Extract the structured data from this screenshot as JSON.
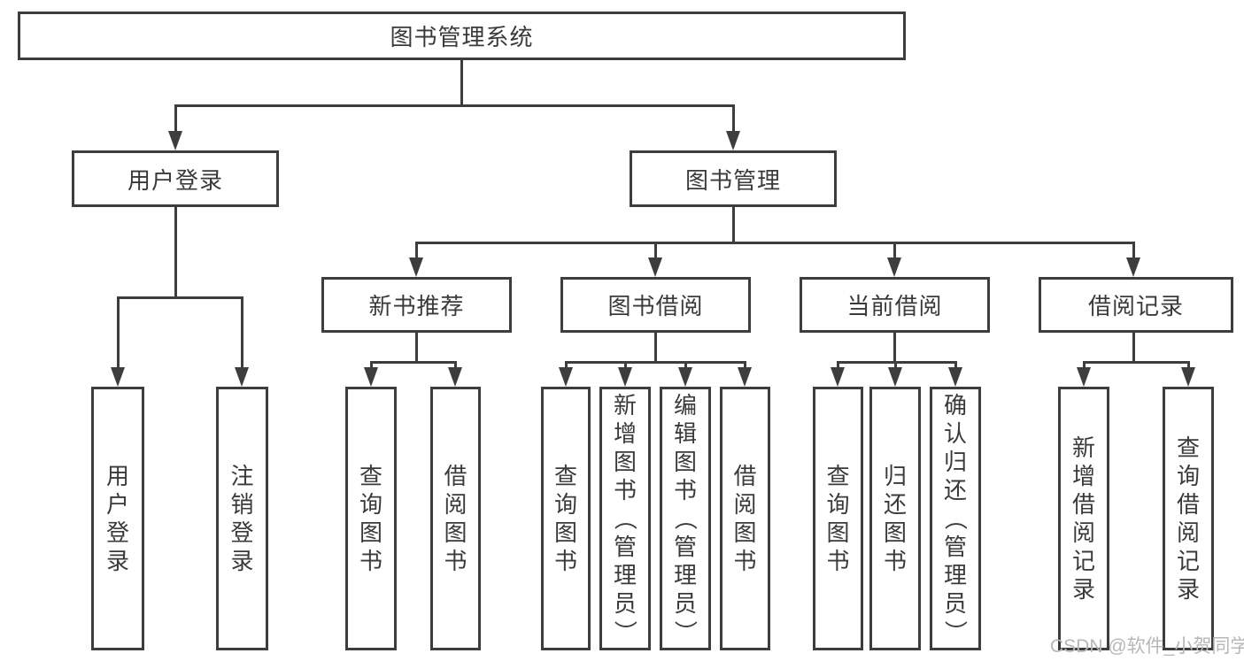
{
  "diagram": {
    "title": "图书管理系统",
    "root": {
      "label": "图书管理系统"
    },
    "level2": [
      {
        "label": "用户登录"
      },
      {
        "label": "图书管理"
      }
    ],
    "level3": [
      {
        "label": "新书推荐"
      },
      {
        "label": "图书借阅"
      },
      {
        "label": "当前借阅"
      },
      {
        "label": "借阅记录"
      }
    ],
    "leaves": [
      {
        "label": "用户登录"
      },
      {
        "label": "注销登录"
      },
      {
        "label": "查询图书"
      },
      {
        "label": "借阅图书"
      },
      {
        "label": "查询图书"
      },
      {
        "label": "新增图书（管理员）"
      },
      {
        "label": "编辑图书（管理员）"
      },
      {
        "label": "借阅图书"
      },
      {
        "label": "查询图书"
      },
      {
        "label": "归还图书"
      },
      {
        "label": "确认归还（管理员）"
      },
      {
        "label": "新增借阅记录"
      },
      {
        "label": "查询借阅记录"
      }
    ],
    "watermark": {
      "text": "CSDN @软件_小贺同学"
    },
    "colors": {
      "line": "#3d3d3d",
      "text": "#3a3a3a",
      "watermark": "#b7b7b7",
      "background": "#ffffff"
    }
  }
}
